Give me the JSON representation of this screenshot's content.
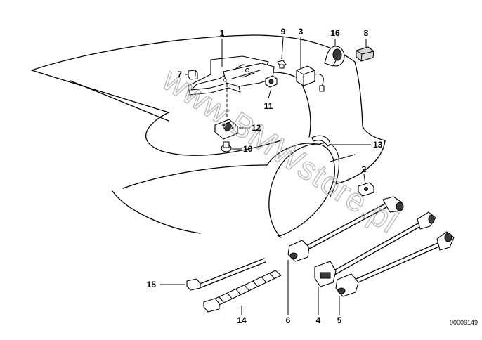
{
  "watermark": "www.BMWstore.pl",
  "reference_number": "00009149",
  "callouts": {
    "c1": "1",
    "c2": "2",
    "c3": "3",
    "c4": "4",
    "c5": "5",
    "c6": "6",
    "c7": "7",
    "c8": "8",
    "c9": "9",
    "c10": "10",
    "c11": "11",
    "c12": "12",
    "c13": "13",
    "c14": "14",
    "c15": "15",
    "c16": "16"
  },
  "colors": {
    "line": "#000000",
    "watermark": "#b5b5b5",
    "background": "#ffffff"
  }
}
